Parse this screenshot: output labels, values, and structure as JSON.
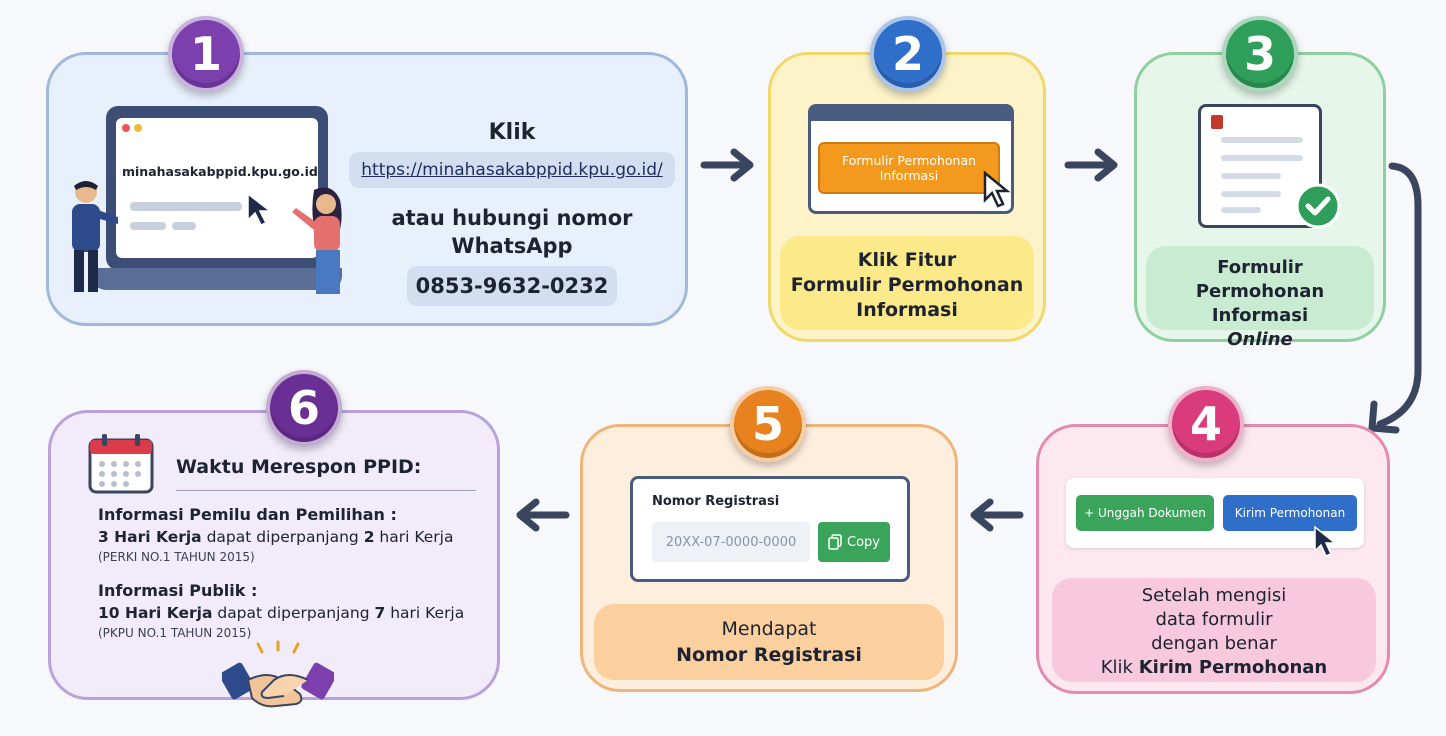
{
  "step1": {
    "number": "1",
    "screen_text": "minahasakabppid.kpu.go.id",
    "click_label": "Klik",
    "url": "https://minahasakabppid.kpu.go.id/",
    "or_line1": "atau hubungi nomor",
    "or_line2": "WhatsApp",
    "phone": "0853-9632-0232"
  },
  "step2": {
    "number": "2",
    "button_line1": "Formulir Permohonan",
    "button_line2": "Informasi",
    "caption_line1": "Klik Fitur",
    "caption_line2": "Formulir Permohonan",
    "caption_line3": "Informasi"
  },
  "step3": {
    "number": "3",
    "caption_line1": "Formulir",
    "caption_line2": "Permohonan Informasi",
    "caption_line3": "Online"
  },
  "step4": {
    "number": "4",
    "upload_button": "+ Unggah Dokumen",
    "send_button": "Kirim Permohonan",
    "caption_line1": "Setelah mengisi",
    "caption_line2": "data formulir",
    "caption_line3": "dengan benar",
    "caption_line4_prefix": "Klik ",
    "caption_line4_bold": "Kirim Permohonan"
  },
  "step5": {
    "number": "5",
    "field_label": "Nomor Registrasi",
    "field_value": "20XX-07-0000-0000",
    "copy_button": "Copy",
    "caption_line1": "Mendapat",
    "caption_line2": "Nomor Registrasi"
  },
  "step6": {
    "number": "6",
    "title": "Waktu Merespon PPID:",
    "section1_title": "Informasi Pemilu dan Pemilihan :",
    "section1_bold": "3 Hari Kerja",
    "section1_mid": " dapat diperpanjang ",
    "section1_bold2": "2",
    "section1_end": " hari Kerja",
    "section1_ref": "(PERKI NO.1 TAHUN 2015)",
    "section2_title": "Informasi Publik :",
    "section2_bold": "10 Hari Kerja",
    "section2_mid": " dapat diperpanjang ",
    "section2_bold2": "7",
    "section2_end": " hari Kerja",
    "section2_ref": "(PKPU NO.1 TAHUN 2015)"
  },
  "colors": {
    "purple": "#7b3fae",
    "blue": "#2f6fc9",
    "green": "#2e9e5a",
    "pink": "#d93b7b",
    "orange": "#e8821f",
    "violet": "#6a2f95",
    "arrow": "#3a4560"
  },
  "icons": [
    "laptop-icon",
    "cursor-icon",
    "document-icon",
    "check-icon",
    "calendar-icon",
    "handshake-icon",
    "copy-icon"
  ]
}
